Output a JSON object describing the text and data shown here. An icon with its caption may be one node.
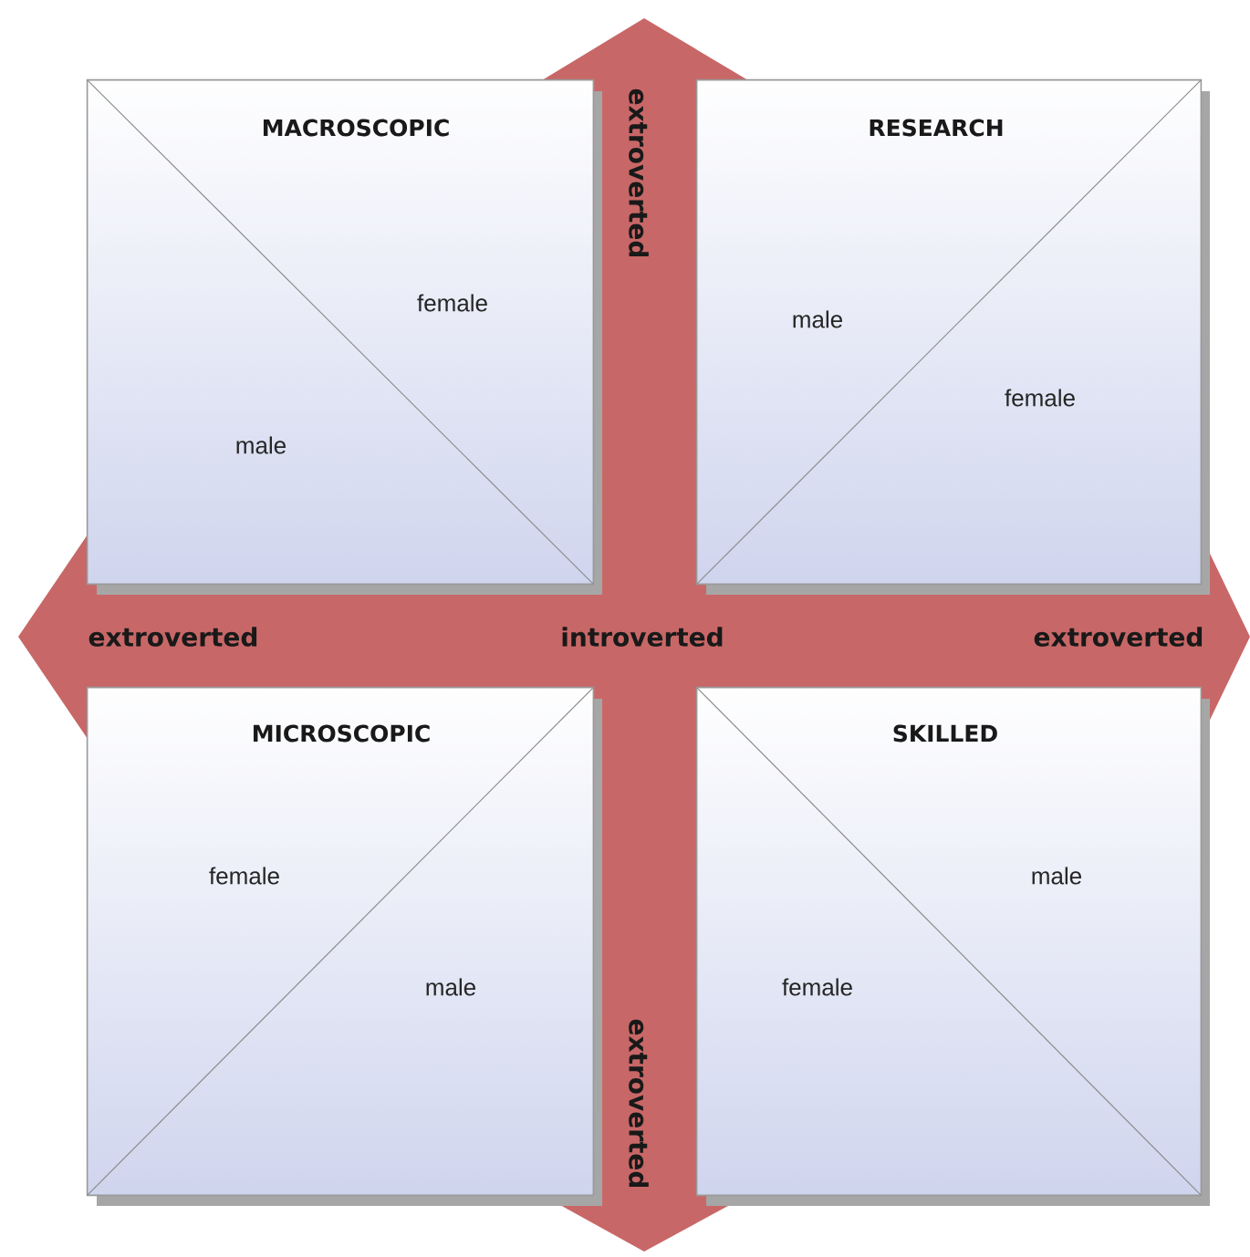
{
  "diagram": {
    "nodes": [
      {
        "text": [
          "MACROSCOPIC",
          "female",
          "male"
        ]
      },
      {
        "text": [
          "RESEARCH",
          "male",
          "female"
        ]
      },
      {
        "text": [
          "MICROSCOPIC",
          "female",
          "male"
        ]
      },
      {
        "text": [
          "SKILLED",
          "male",
          "female"
        ]
      }
    ],
    "labels": [
      "extroverted",
      "extroverted",
      "introverted",
      "extroverted",
      "extroverted"
    ]
  }
}
